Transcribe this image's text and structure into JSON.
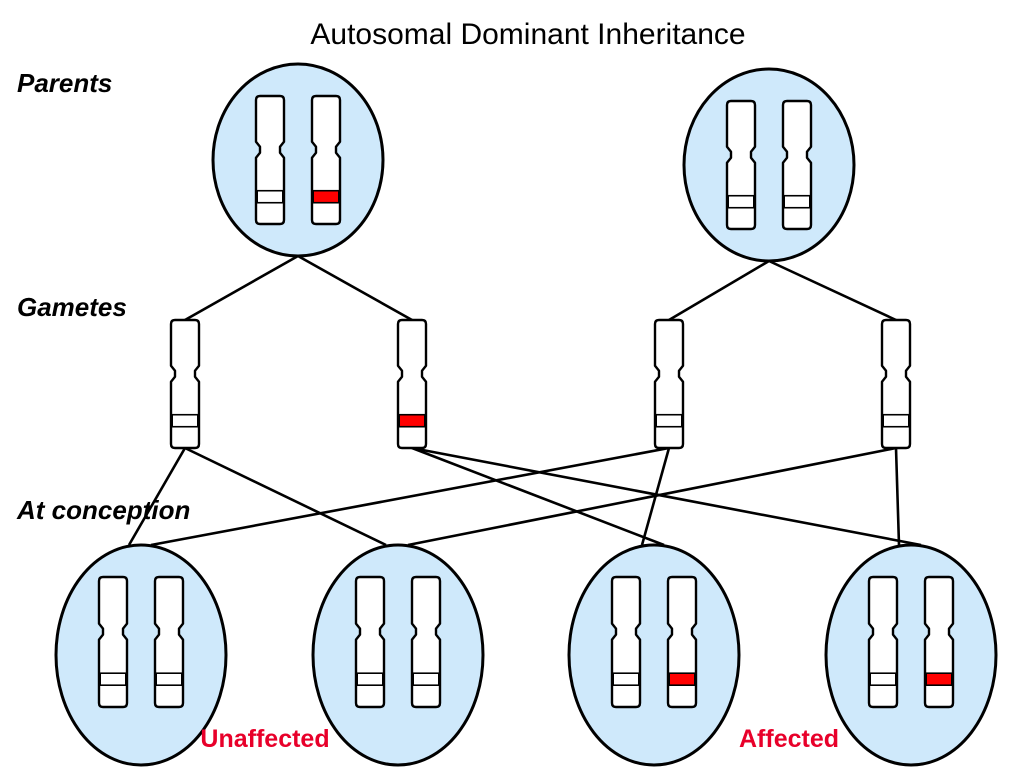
{
  "title": "Autosomal Dominant Inheritance",
  "labels": {
    "parents": "Parents",
    "gametes": "Gametes",
    "conception": "At conception"
  },
  "outcomes": {
    "unaffected": "Unaffected",
    "affected": "Affected"
  },
  "colors": {
    "cell_fill": "#cfe9fb",
    "mutant_band": "#ff0000",
    "outcome_text": "#e8002a",
    "normal_band": "#ffffff"
  },
  "parents": [
    {
      "alleles": [
        "normal",
        "mutant"
      ]
    },
    {
      "alleles": [
        "normal",
        "normal"
      ]
    }
  ],
  "gametes": [
    {
      "allele": "normal",
      "parent": 0
    },
    {
      "allele": "mutant",
      "parent": 0
    },
    {
      "allele": "normal",
      "parent": 1
    },
    {
      "allele": "normal",
      "parent": 1
    }
  ],
  "offspring": [
    {
      "alleles": [
        "normal",
        "normal"
      ],
      "gametes": [
        0,
        2
      ],
      "status": "unaffected"
    },
    {
      "alleles": [
        "normal",
        "normal"
      ],
      "gametes": [
        0,
        3
      ],
      "status": "unaffected"
    },
    {
      "alleles": [
        "normal",
        "mutant"
      ],
      "gametes": [
        2,
        1
      ],
      "status": "affected"
    },
    {
      "alleles": [
        "normal",
        "mutant"
      ],
      "gametes": [
        3,
        1
      ],
      "status": "affected"
    }
  ]
}
